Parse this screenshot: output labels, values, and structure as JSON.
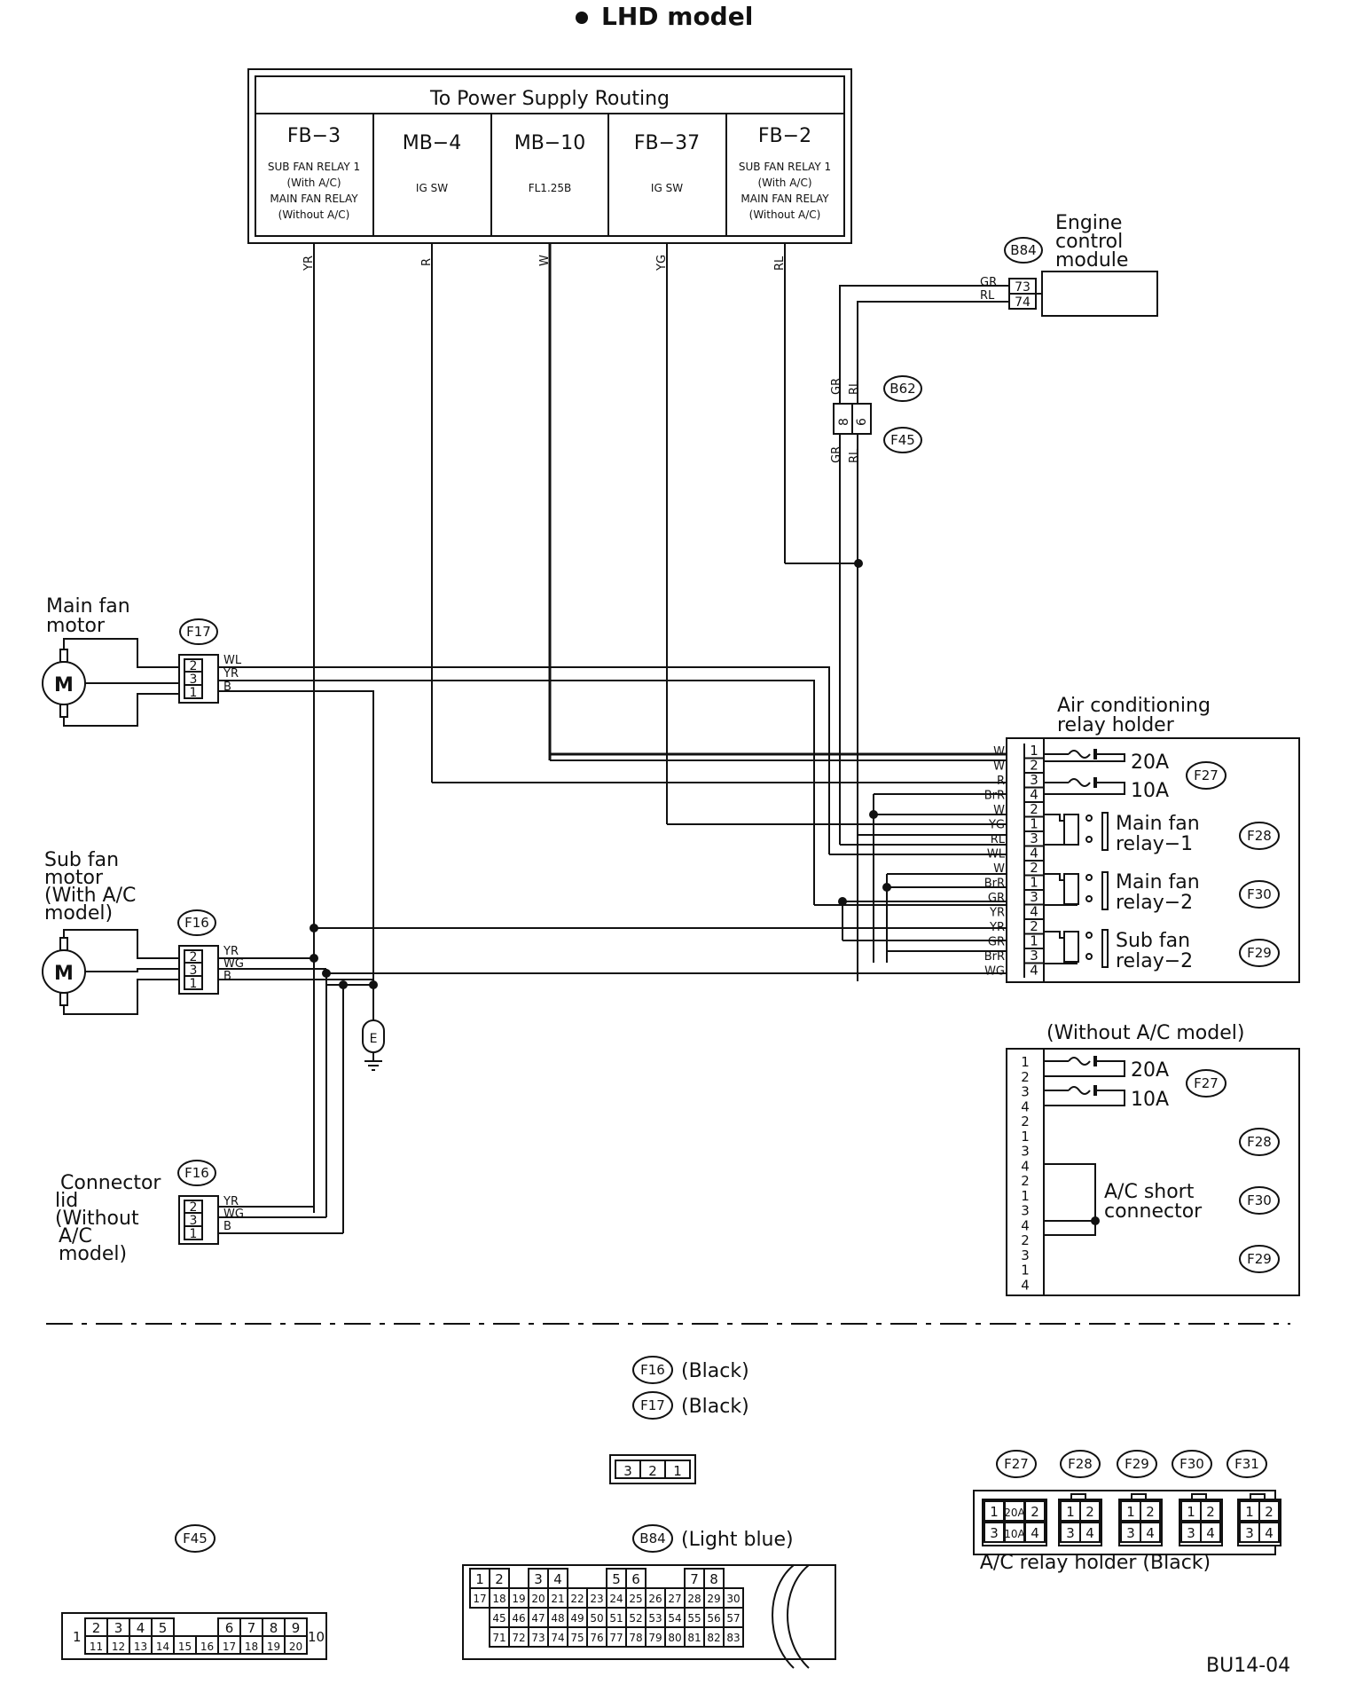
{
  "title": "LHD model",
  "figure_id": "BU14-04",
  "power_supply": {
    "header": "To Power Supply Routing",
    "columns": [
      {
        "code": "FB−3",
        "desc": [
          "SUB FAN RELAY 1",
          "(With A/C)",
          "MAIN FAN RELAY",
          "(Without A/C)"
        ],
        "wire": "YR"
      },
      {
        "code": "MB−4",
        "desc": [
          "IG SW"
        ],
        "wire": "R"
      },
      {
        "code": "MB−10",
        "desc": [
          "FL1.25B"
        ],
        "wire": "W"
      },
      {
        "code": "FB−37",
        "desc": [
          "IG SW"
        ],
        "wire": "YG"
      },
      {
        "code": "FB−2",
        "desc": [
          "SUB FAN RELAY 1",
          "(With A/C)",
          "MAIN FAN RELAY",
          "(Without A/C)"
        ],
        "wire": "RL"
      }
    ]
  },
  "ecm": {
    "label_lines": [
      "Engine",
      "control",
      "module"
    ],
    "connector": "B84",
    "pins": [
      "73",
      "74"
    ],
    "wires": [
      "GR",
      "RL"
    ]
  },
  "intermediate": {
    "connector_top": "B62",
    "connector_bottom": "F45",
    "pins": [
      "8",
      "6"
    ],
    "wires": [
      "GR",
      "RL"
    ]
  },
  "main_fan": {
    "label_lines": [
      "Main fan",
      "motor"
    ],
    "connector": "F17",
    "pins": [
      "2",
      "3",
      "1"
    ],
    "wires": [
      "WL",
      "YR",
      "B"
    ]
  },
  "sub_fan": {
    "label_lines": [
      "Sub fan",
      "motor",
      "(With A/C",
      "model)"
    ],
    "connector": "F16",
    "pins": [
      "2",
      "3",
      "1"
    ],
    "wires": [
      "YR",
      "WG",
      "B"
    ]
  },
  "connector_lid": {
    "label_lines": [
      "Connector",
      "lid",
      "(Without",
      "A/C",
      "model)"
    ],
    "connector": "F16",
    "pins": [
      "2",
      "3",
      "1"
    ],
    "wires": [
      "YR",
      "WG",
      "B"
    ]
  },
  "ground": "E",
  "ac_relay_holder": {
    "label_lines": [
      "Air conditioning",
      "relay holder"
    ],
    "rows": [
      {
        "wire": "W",
        "pin": "1"
      },
      {
        "wire": "W",
        "pin": "2"
      },
      {
        "wire": "R",
        "pin": "3"
      },
      {
        "wire": "BrR",
        "pin": "4"
      },
      {
        "wire": "W",
        "pin": "2"
      },
      {
        "wire": "YG",
        "pin": "1"
      },
      {
        "wire": "RL",
        "pin": "3"
      },
      {
        "wire": "WL",
        "pin": "4"
      },
      {
        "wire": "W",
        "pin": "2"
      },
      {
        "wire": "BrR",
        "pin": "1"
      },
      {
        "wire": "GR",
        "pin": "3"
      },
      {
        "wire": "YR",
        "pin": "4"
      },
      {
        "wire": "YR",
        "pin": "2"
      },
      {
        "wire": "GR",
        "pin": "1"
      },
      {
        "wire": "BrR",
        "pin": "3"
      },
      {
        "wire": "WG",
        "pin": "4"
      }
    ],
    "fuse_20a": "20A",
    "fuse_10a": "10A",
    "fuse_connector": "F27",
    "relays": [
      {
        "lines": [
          "Main fan",
          "relay−1"
        ],
        "connector": "F28"
      },
      {
        "lines": [
          "Main fan",
          "relay−2"
        ],
        "connector": "F30"
      },
      {
        "lines": [
          "Sub fan",
          "relay−2"
        ],
        "connector": "F29"
      }
    ]
  },
  "without_ac": {
    "title": "(Without A/C model)",
    "pins": [
      "1",
      "2",
      "3",
      "4",
      "2",
      "1",
      "3",
      "4",
      "2",
      "1",
      "3",
      "4",
      "2",
      "3",
      "1",
      "4"
    ],
    "fuse_20a": "20A",
    "fuse_10a": "10A",
    "connectors": [
      "F27",
      "F28",
      "F30",
      "F29"
    ],
    "short_connector_lines": [
      "A/C short",
      "connector"
    ]
  },
  "connector_views": {
    "f16_label": "(Black)",
    "f16": "F16",
    "f17_label": "(Black)",
    "f17": "F17",
    "three_pin": [
      "3",
      "2",
      "1"
    ],
    "f45": "F45",
    "f45_top": [
      "2",
      "3",
      "4",
      "5",
      "6",
      "7",
      "8",
      "9"
    ],
    "f45_bottom": [
      "11",
      "12",
      "13",
      "14",
      "15",
      "16",
      "17",
      "18",
      "19",
      "20"
    ],
    "f45_left": "1",
    "f45_right": "10",
    "b84": "B84",
    "b84_label": "(Light blue)",
    "b84_row1": [
      "1",
      "2",
      "3",
      "4",
      "5",
      "6",
      "7",
      "8"
    ],
    "b84_row2": [
      "17",
      "18",
      "19",
      "20",
      "21",
      "22",
      "23",
      "24",
      "25",
      "26",
      "27",
      "28",
      "29",
      "30"
    ],
    "b84_row3": [
      "45",
      "46",
      "47",
      "48",
      "49",
      "50",
      "51",
      "52",
      "53",
      "54",
      "55",
      "56",
      "57"
    ],
    "b84_row4": [
      "71",
      "72",
      "73",
      "74",
      "75",
      "76",
      "77",
      "78",
      "79",
      "80",
      "81",
      "82",
      "83"
    ],
    "relay_connectors": [
      "F27",
      "F28",
      "F29",
      "F30",
      "F31"
    ],
    "relay_holder_label": "A/C relay holder (Black)",
    "fuse_block": [
      "1",
      "20A",
      "2",
      "3",
      "10A",
      "4"
    ],
    "relay_pins": [
      "1",
      "2",
      "3",
      "4"
    ]
  }
}
